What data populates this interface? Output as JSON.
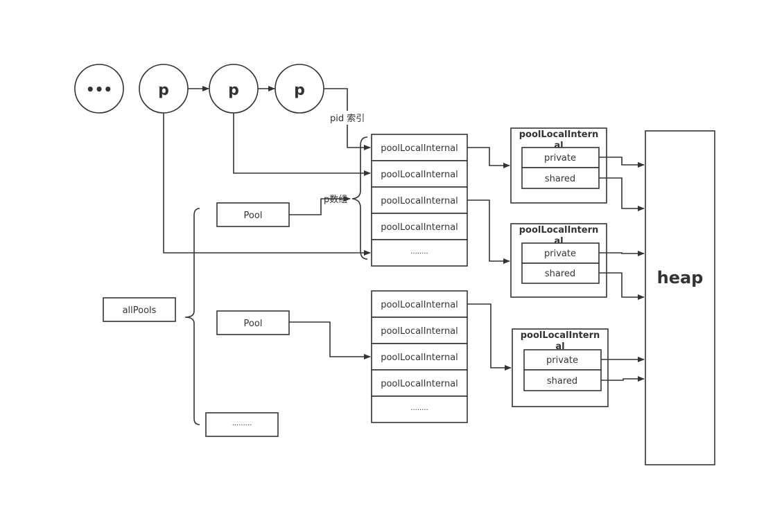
{
  "nodes": {
    "ellipsis": "•••",
    "p1": "p",
    "p2": "p",
    "p3": "p"
  },
  "labels": {
    "pid_index": "pid 索引",
    "p_array": "p数组"
  },
  "all_pools": "allPools",
  "pools": [
    "Pool",
    "Pool",
    "........."
  ],
  "arrays": [
    {
      "slots": [
        "poolLocalInternal",
        "poolLocalInternal",
        "poolLocalInternal",
        "poolLocalInternal",
        "........"
      ]
    },
    {
      "slots": [
        "poolLocalInternal",
        "poolLocalInternal",
        "poolLocalInternal",
        "poolLocalInternal",
        "........"
      ]
    }
  ],
  "locals": [
    {
      "title_line1": "poolLocalIntern",
      "title_line2": "al",
      "private": "private",
      "shared": "shared"
    },
    {
      "title_line1": "poolLocalIntern",
      "title_line2": "al",
      "private": "private",
      "shared": "shared"
    },
    {
      "title_line1": "poolLocalIntern",
      "title_line2": "al",
      "private": "private",
      "shared": "shared"
    }
  ],
  "heap": "heap"
}
